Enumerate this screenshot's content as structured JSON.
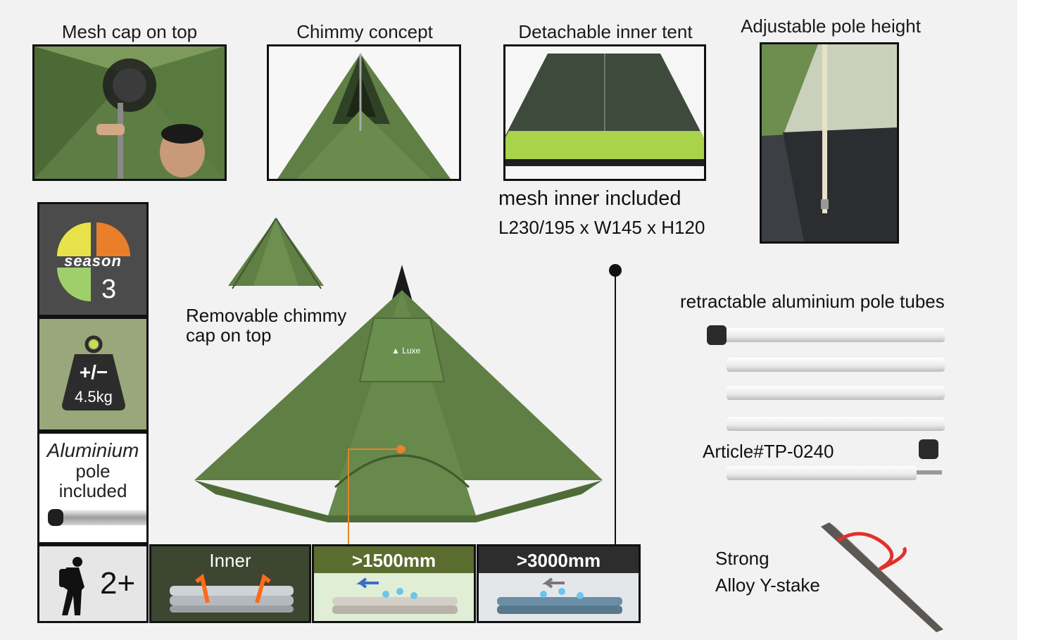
{
  "features": {
    "mesh_cap": "Mesh cap on top",
    "chimney": "Chimmy concept",
    "inner_tent": "Detachable inner tent",
    "pole_height": "Adjustable pole height"
  },
  "inner_tent_info": {
    "title": "mesh inner included",
    "dimensions": "L230/195 x W145 x H120"
  },
  "chimney_cap": {
    "line1": "Removable chimmy",
    "line2": "cap on top"
  },
  "specs": {
    "season_label": "season",
    "season_value": "3",
    "weight_prefix": "+/−",
    "weight_value": "4.5kg",
    "pole_line1": "Aluminium",
    "pole_line2": "pole",
    "pole_line3": "included",
    "capacity": "2+"
  },
  "ratings": {
    "inner": "Inner",
    "floor": ">1500mm",
    "fly": ">3000mm"
  },
  "poles": {
    "title": "retractable aluminium pole tubes",
    "article": "Article#TP-0240"
  },
  "stake": {
    "line1": "Strong",
    "line2": "Alloy Y-stake"
  },
  "colors": {
    "tent_green": "#5f7f45",
    "accent_orange": "#e8822a",
    "season_yellow": "#e8e24a",
    "season_orange": "#ea7f2b",
    "season_green": "#9ecf6a"
  }
}
